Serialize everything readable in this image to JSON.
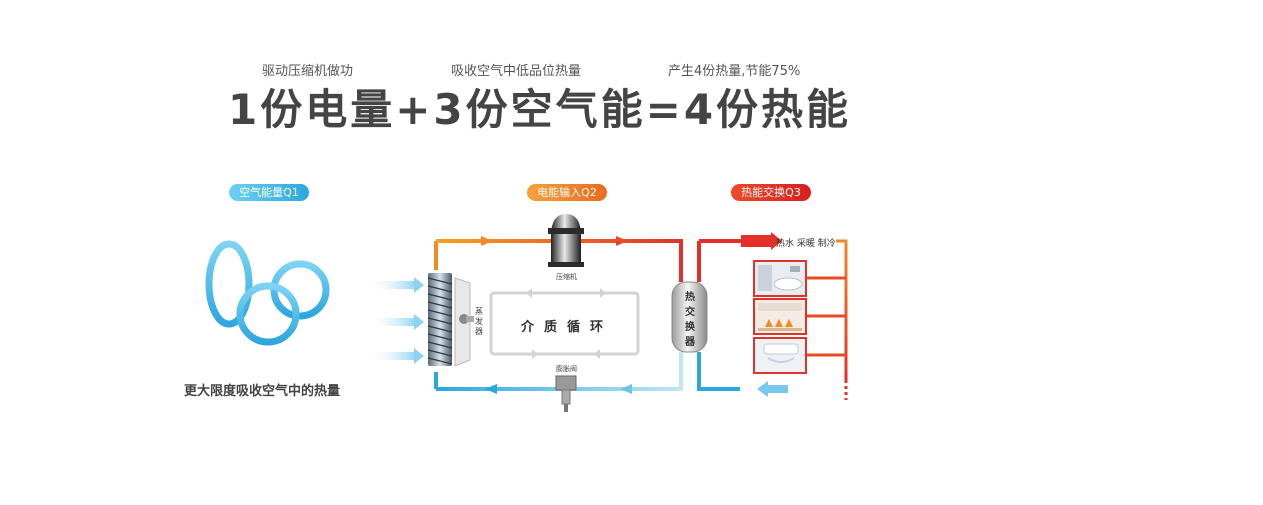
{
  "header": {
    "sub_left": "驱动压缩机做功",
    "sub_mid": "吸收空气中低品位热量",
    "sub_right": "产生4份热量,节能75%",
    "headline": "1份电量+3份空气能=4份热能"
  },
  "pills": {
    "air": "空气能量Q1",
    "power": "电能输入Q2",
    "heat": "热能交换Q3"
  },
  "caption": "更大限度吸收空气中的热量",
  "components": {
    "compressor": "压缩机",
    "evaporator": "蒸发器",
    "expansion_valve": "膨胀阀",
    "heat_exchanger": "热交换器",
    "cycle": "介质循环"
  },
  "uses": "热水 采暖 制冷",
  "colors": {
    "blue": "#3bb6e8",
    "orange": "#f08a24",
    "red": "#e2312a",
    "gray_text": "#444444"
  }
}
